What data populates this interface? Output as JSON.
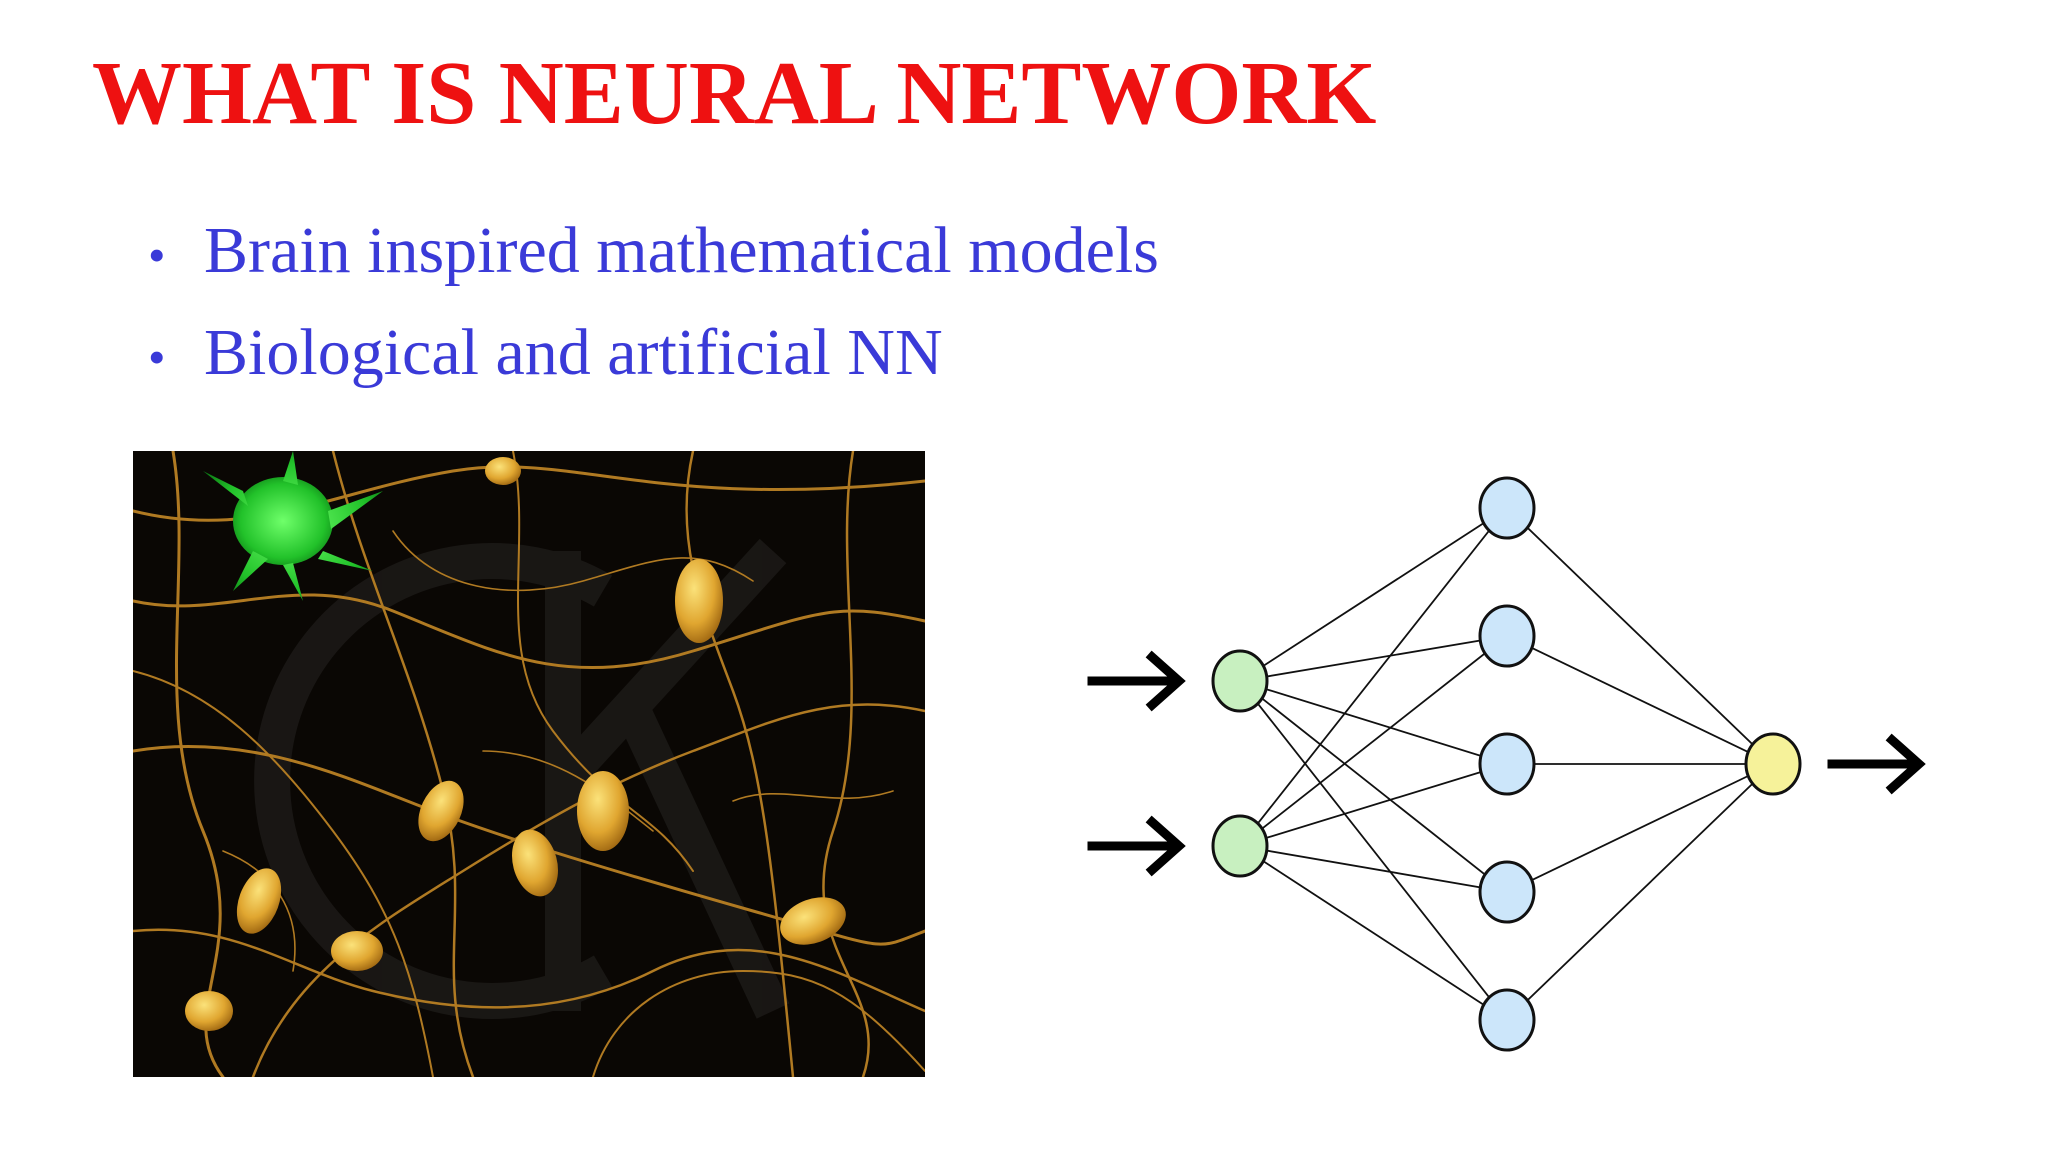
{
  "slide": {
    "title": "WHAT IS NEURAL NETWORK",
    "bullets": [
      "Brain inspired mathematical models",
      "Biological and artificial NN"
    ]
  },
  "colors": {
    "title": "#ee1111",
    "bullet_text": "#3a3ad8",
    "input_node": "#c8f0c0",
    "hidden_node": "#cce6fa",
    "output_node": "#f6f29a"
  },
  "images": {
    "micrograph": {
      "description": "neurons-micrograph-photo"
    }
  },
  "network": {
    "layers": [
      2,
      5,
      1
    ],
    "input_arrows": 2,
    "output_arrows": 1
  }
}
